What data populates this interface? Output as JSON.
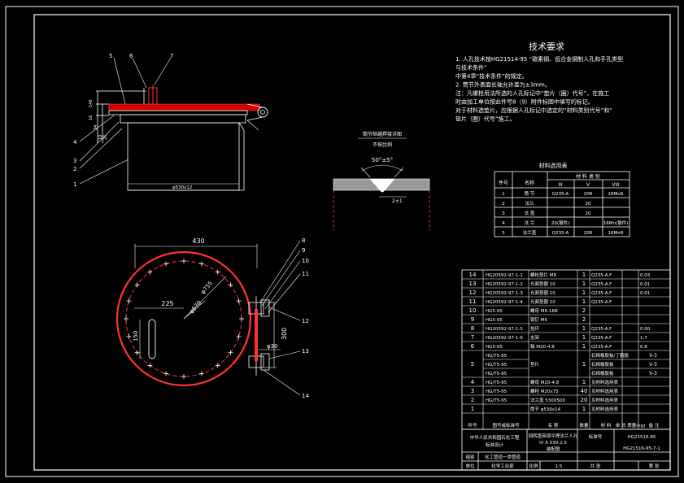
{
  "tech": {
    "title": "技术要求",
    "lines": [
      "1. 人孔技术按HG21514-95 “碳素钢、低合金钢制人孔和手孔类型",
      "与技术条件”",
      "中第4章“技术条件”的规定。",
      "2. 筒节外表面长轴允许差为±3mm。",
      "注：凡螺栓用法所选的人孔标记中“垫片（圈）代号”，在施工",
      "时由加工单位按此件号8（9）附件标图中填写的标记。",
      "对于材料选垫片，应根据人孔标记中选定的“材料类别代号”和“",
      "垫片（圈）代号”施工。"
    ]
  },
  "weld": {
    "title": "筒节纵缝焊接详图",
    "subtitle": "不按比例",
    "angle": "50°±5°",
    "gap": "2±1"
  },
  "material": {
    "title": "材料选用表",
    "col_no": "件号",
    "col_name": "名称",
    "col_group": "材 料 类 别",
    "col_types": [
      "III",
      "V",
      "VIII"
    ],
    "rows": [
      {
        "no": "1",
        "name": "筒 节",
        "c1": "Q235-A",
        "c2": "20R",
        "c3": "16MnR"
      },
      {
        "no": "2",
        "name": "法兰",
        "c1": "",
        "c2": "20",
        "c3": ""
      },
      {
        "no": "3",
        "name": "法 盖",
        "c1": "",
        "c2": "20",
        "c3": ""
      },
      {
        "no": "4",
        "name": "法 兰",
        "c1": "20(锻件)",
        "c2": "",
        "c3": "16Mn(锻件)"
      },
      {
        "no": "5",
        "name": "法兰盖",
        "c1": "Q235-A",
        "c2": "20R",
        "c3": "16MnR"
      }
    ]
  },
  "dims": {
    "d430": "430",
    "d225": "225",
    "d150": "150",
    "d300": "300",
    "d670": "φ670",
    "d755": "φ755",
    "d30": "φ30",
    "shell": "φ530x12",
    "lbl_sheet_dim": "φ530x12",
    "left_dims": [
      "140",
      "16",
      "34",
      "10",
      "26"
    ]
  },
  "callouts": {
    "side": [
      "5",
      "6",
      "7",
      "4",
      "3",
      "2",
      "1"
    ],
    "plan": [
      "8",
      "9",
      "10",
      "11",
      "12",
      "13",
      "14"
    ]
  },
  "bom": {
    "rows": [
      {
        "no": "14",
        "code": "HG20592-97-1-1",
        "name": "螺栓垫片 M8",
        "qty": "1",
        "mat": "Q235-A.F",
        "rmk": "0.03"
      },
      {
        "no": "13",
        "code": "HG20592-97-1-2",
        "name": "光面垫圈 10",
        "qty": "1",
        "mat": "Q235-A.F",
        "rmk": "0.01"
      },
      {
        "no": "12",
        "code": "HG20592-97-1-3",
        "name": "光面垫圈 10",
        "qty": "1",
        "mat": "Q235-A.F",
        "rmk": "0.01"
      },
      {
        "no": "11",
        "code": "HG20592-97-1-4",
        "name": "光面垫圈 10",
        "qty": "1",
        "mat": "Q235-A.F",
        "rmk": ""
      },
      {
        "no": "10",
        "code": "HG5-95",
        "name": "螺母 M6-16B",
        "qty": "2",
        "mat": "",
        "rmk": ""
      },
      {
        "no": "9",
        "code": "HG5-95",
        "name": "销钉 M6",
        "qty": "2",
        "mat": "",
        "rmk": ""
      },
      {
        "no": "8",
        "code": "HG20592-97-1-5",
        "name": "挂环",
        "qty": "1",
        "mat": "Q235-A.F",
        "rmk": "0.00"
      },
      {
        "no": "7",
        "code": "HG20592-97-1-6",
        "name": "支架",
        "qty": "1",
        "mat": "Q235-A.F",
        "rmk": "1.7"
      },
      {
        "no": "6",
        "code": "HG5-95",
        "name": "轴 M20-4.8",
        "qty": "1",
        "mat": "Q235-A.F",
        "rmk": "0.8"
      }
    ],
    "merged": {
      "no": "5",
      "codes": [
        "HG/T5-95",
        "HG/T5-95",
        "HG/T5-95"
      ],
      "name": "垫片",
      "qty": "1",
      "mats": [
        "石棉橡胶板/丁腈胶",
        "石棉橡胶板",
        "石棉橡胶板"
      ],
      "types": [
        "V-3",
        "V-3",
        "V-3"
      ]
    },
    "rows2": [
      {
        "no": "4",
        "code": "HG/T5-95",
        "name": "螺母 M20-4.8",
        "qty": "1",
        "mat": "见材料选用表",
        "rmk": ""
      },
      {
        "no": "3",
        "code": "HG/T5-95",
        "name": "螺栓 M20x75",
        "qty": "40",
        "mat": "见材料选用表",
        "rmk": ""
      },
      {
        "no": "2",
        "code": "HG/T5-95",
        "name": "法兰盖 530X500",
        "qty": "20",
        "mat": "见材料选用表",
        "rmk": ""
      },
      {
        "no": "1",
        "code": "",
        "name": "筒节 φ530x14",
        "qty": "1",
        "mat": "见材料选用表",
        "rmk": ""
      }
    ],
    "header": {
      "no": "件号",
      "code": "图号或标准号",
      "name": "名 称",
      "qty": "数量",
      "mat": "材 料",
      "weight": "单 总 质量(kg)",
      "rmk": "备 注"
    }
  },
  "title_block": {
    "org": "中华人民共和国石化工程",
    "org2": "标准设计",
    "proj": "回转盖带颈平焊法兰人孔",
    "proj2": "IV A 530-2.5",
    "proj3": "装配图",
    "dwg_no_label": "标准号",
    "dwg_no": "HG21516-95",
    "dwg_code": "HG21516-95-7-1",
    "row1_label": "组别",
    "row1_value": "化工管道一类管道",
    "row2_label": "单位",
    "row2_value": "化学工业部",
    "scale_label": "比例",
    "scale": "1:5",
    "sheet_label": "共 张",
    "sheet2_label": "第 张"
  }
}
